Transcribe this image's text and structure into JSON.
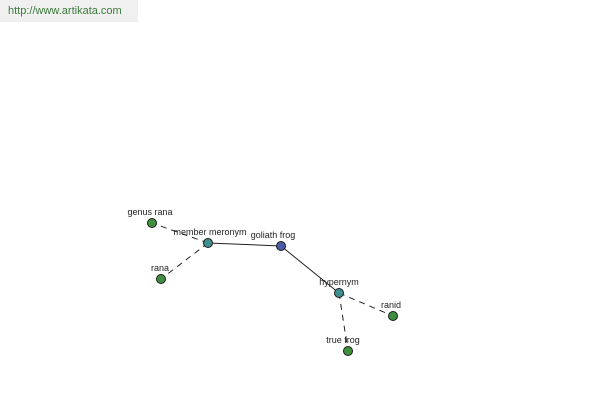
{
  "watermark": {
    "url": "http://www.artikata.com"
  },
  "colors": {
    "center": "#4a5aa8",
    "relation": "#3f8f8f",
    "leaf": "#3f8f3f"
  },
  "nodes": {
    "goliath_frog": {
      "label": "goliath frog",
      "kind": "center"
    },
    "member_meronym": {
      "label": "member meronym",
      "kind": "relation"
    },
    "hypernym": {
      "label": "hypernym",
      "kind": "relation"
    },
    "genus_rana": {
      "label": "genus rana",
      "kind": "leaf"
    },
    "rana": {
      "label": "rana",
      "kind": "leaf"
    },
    "ranid": {
      "label": "ranid",
      "kind": "leaf"
    },
    "true_frog": {
      "label": "true frog",
      "kind": "leaf"
    }
  },
  "edges": [
    {
      "from": "goliath_frog",
      "to": "member_meronym",
      "style": "solid"
    },
    {
      "from": "goliath_frog",
      "to": "hypernym",
      "style": "solid"
    },
    {
      "from": "member_meronym",
      "to": "genus_rana",
      "style": "dashed"
    },
    {
      "from": "member_meronym",
      "to": "rana",
      "style": "dashed"
    },
    {
      "from": "hypernym",
      "to": "ranid",
      "style": "dashed"
    },
    {
      "from": "hypernym",
      "to": "true_frog",
      "style": "dashed"
    }
  ]
}
